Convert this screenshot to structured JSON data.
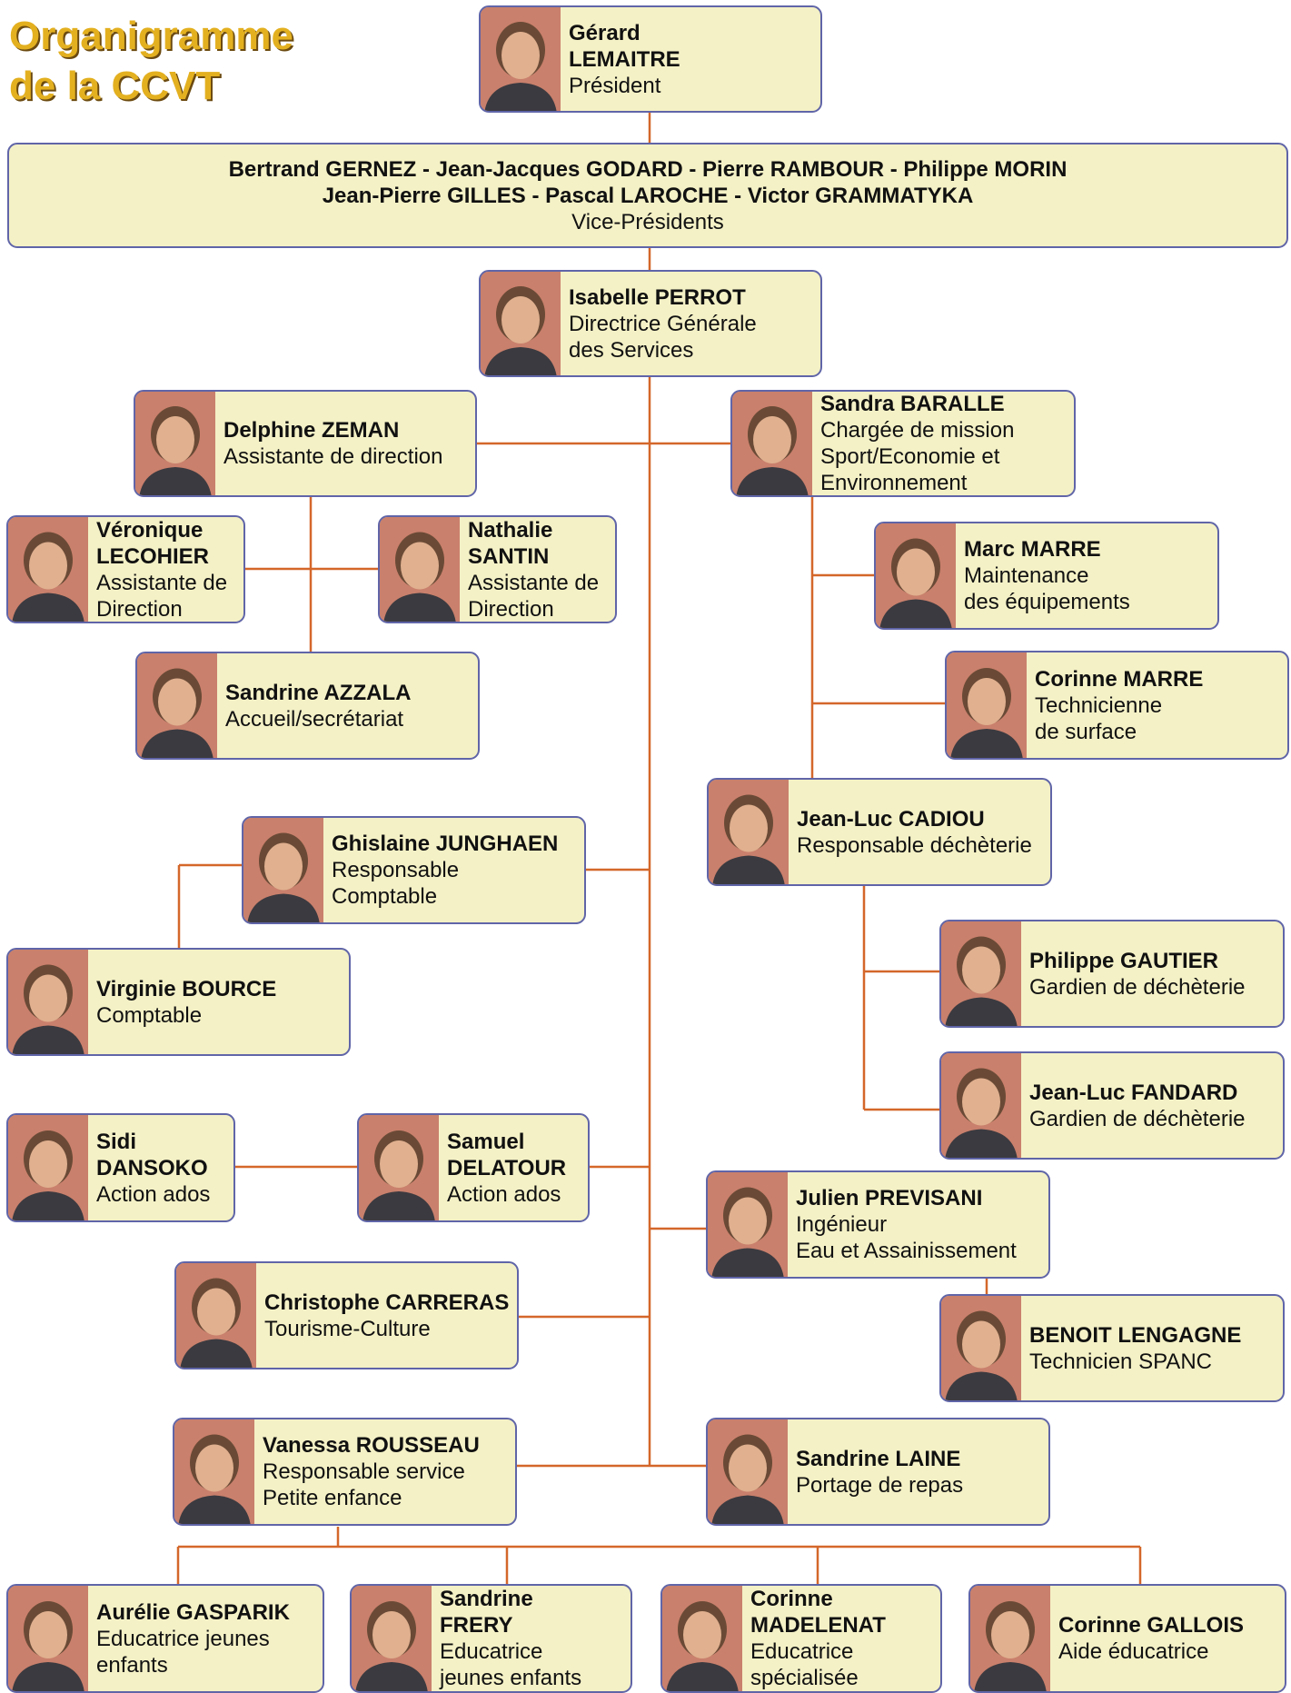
{
  "title": {
    "line1": "Organigramme",
    "line2": "de la CCVT"
  },
  "colors": {
    "box_fill": "#f4f1c6",
    "box_border": "#6065a8",
    "connector": "#d4672a",
    "title": "#e3b020"
  },
  "vice_presidents": {
    "names_line1": "Bertrand GERNEZ - Jean-Jacques GODARD - Pierre RAMBOUR - Philippe MORIN",
    "names_line2": "Jean-Pierre GILLES - Pascal LAROCHE - Victor GRAMMATYKA",
    "role": "Vice-Présidents"
  },
  "people": {
    "lemaitre": {
      "name": "Gérard\nLEMAITRE",
      "role": "Président"
    },
    "perrot": {
      "name": "Isabelle PERROT",
      "role": "Directrice Générale\ndes Services"
    },
    "zeman": {
      "name": "Delphine ZEMAN",
      "role": "Assistante de direction"
    },
    "baralle": {
      "name": "Sandra BARALLE",
      "role": "Chargée de mission\nSport/Economie et\nEnvironnement"
    },
    "lecohier": {
      "name": "Véronique\nLECOHIER",
      "role": "Assistante de\nDirection"
    },
    "santin": {
      "name": "Nathalie\nSANTIN",
      "role": "Assistante de\nDirection"
    },
    "marc_marre": {
      "name": "Marc MARRE",
      "role": "Maintenance\ndes équipements"
    },
    "azzala": {
      "name": "Sandrine AZZALA",
      "role": "Accueil/secrétariat"
    },
    "corinne_marre": {
      "name": "Corinne MARRE",
      "role": "Technicienne\nde surface"
    },
    "cadiou": {
      "name": "Jean-Luc CADIOU",
      "role": "Responsable déchèterie"
    },
    "junghaen": {
      "name": "Ghislaine JUNGHAEN",
      "role": "Responsable\nComptable"
    },
    "bource": {
      "name": "Virginie BOURCE",
      "role": "Comptable"
    },
    "gautier": {
      "name": "Philippe GAUTIER",
      "role": "Gardien de déchèterie"
    },
    "fandard": {
      "name": "Jean-Luc FANDARD",
      "role": "Gardien de déchèterie"
    },
    "dansoko": {
      "name": "Sidi\nDANSOKO",
      "role": "Action ados"
    },
    "delatour": {
      "name": "Samuel\nDELATOUR",
      "role": "Action ados"
    },
    "previsani": {
      "name": "Julien PREVISANI",
      "role": "Ingénieur\nEau et Assainissement"
    },
    "carreras": {
      "name": "Christophe CARRERAS",
      "role": "Tourisme-Culture"
    },
    "lengagne": {
      "name": "BENOIT LENGAGNE",
      "role": "Technicien SPANC"
    },
    "rousseau": {
      "name": "Vanessa ROUSSEAU",
      "role": "Responsable service\nPetite enfance"
    },
    "laine": {
      "name": "Sandrine LAINE",
      "role": "Portage de repas"
    },
    "gasparik": {
      "name": "Aurélie GASPARIK",
      "role": "Educatrice jeunes\nenfants"
    },
    "frery": {
      "name": "Sandrine\nFRERY",
      "role": "Educatrice\njeunes enfants"
    },
    "madelenat": {
      "name": "Corinne\nMADELENAT",
      "role": "Educatrice\nspécialisée"
    },
    "gallois": {
      "name": "Corinne GALLOIS",
      "role": "Aide éducatrice"
    }
  }
}
